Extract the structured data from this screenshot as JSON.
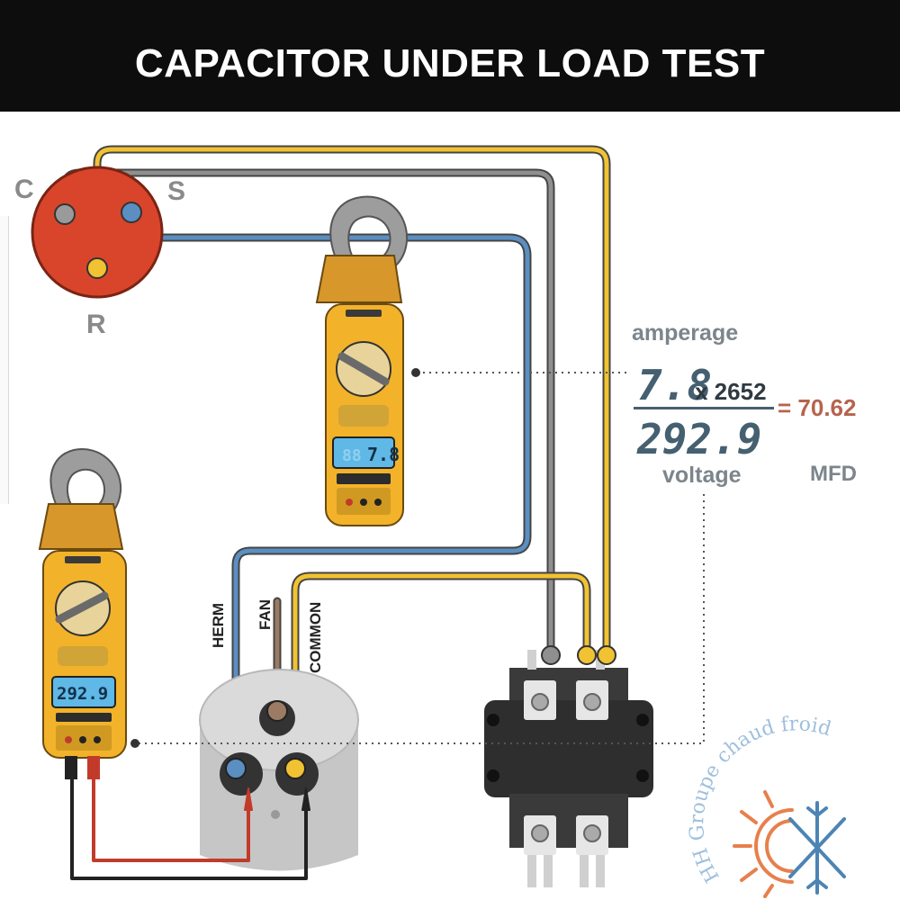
{
  "title": "CAPACITOR UNDER LOAD TEST",
  "compressor": {
    "common": "C",
    "start": "S",
    "run": "R"
  },
  "capacitor": {
    "herm": "HERM",
    "fan": "FAN",
    "common": "COMMON"
  },
  "formula": {
    "amperage_label": "amperage",
    "amperage_value": "7.8",
    "multiplier": "x 2652",
    "equals": "= 70.62",
    "voltage_value": "292.9",
    "voltage_label": "voltage",
    "unit": "MFD"
  },
  "meter_top": {
    "reading": "7.8",
    "ghost": "88"
  },
  "meter_left": {
    "reading": "292.9"
  },
  "watermark": {
    "text": "HH Groupe chaud froid"
  },
  "colors": {
    "banner": "#0d0d0d",
    "meter_yellow": "#f2b22a",
    "compressor_red": "#d8452b",
    "wire_gray": "#8f8f8f",
    "wire_yellow": "#f1c232",
    "wire_blue": "#5b8fc2",
    "wire_brown": "#9b7b63",
    "lcd_blue": "#5fb8e6",
    "formula_text": "#456070",
    "result_text": "#b5644e",
    "label_gray": "#8a8a8a"
  }
}
